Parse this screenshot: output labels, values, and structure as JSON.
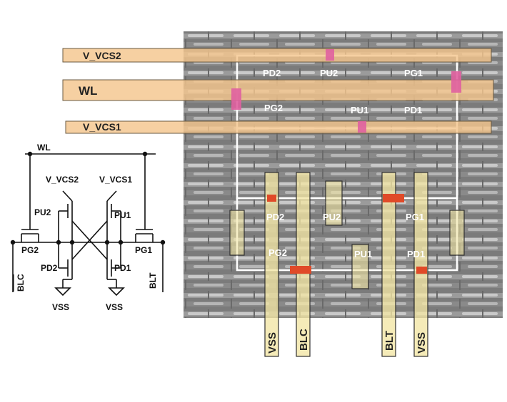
{
  "layout": {
    "rails": {
      "vcs2": "V_VCS2",
      "wl": "WL",
      "vcs1": "V_VCS1"
    },
    "cell1": {
      "pd2": "PD2",
      "pu2": "PU2",
      "pg1": "PG1",
      "pg2": "PG2",
      "pu1": "PU1",
      "pd1": "PD1"
    },
    "cell2": {
      "pd2": "PD2",
      "pu2": "PU2",
      "pg1": "PG1",
      "pg2": "PG2",
      "pu1": "PU1",
      "pd1": "PD1"
    },
    "columns": {
      "vss_left": "VSS",
      "blc": "BLC",
      "blt": "BLT",
      "vss_right": "VSS"
    }
  },
  "schematic": {
    "wl": "WL",
    "v_vcs2": "V_VCS2",
    "v_vcs1": "V_VCS1",
    "pu2": "PU2",
    "pu1": "PU1",
    "pg2": "PG2",
    "pg1": "PG1",
    "pd2": "PD2",
    "pd1": "PD1",
    "blc": "BLC",
    "blt": "BLT",
    "vss_left": "VSS",
    "vss_right": "VSS"
  },
  "colors": {
    "rail_fill": "#f4c68e",
    "column_fill": "#f2e6a4",
    "column_stroke": "#303030",
    "cell_outline": "#ffffff",
    "contact_pink": "#e060a0",
    "contact_red": "#e04a28",
    "micrograph_base": "#7a7a7a"
  }
}
